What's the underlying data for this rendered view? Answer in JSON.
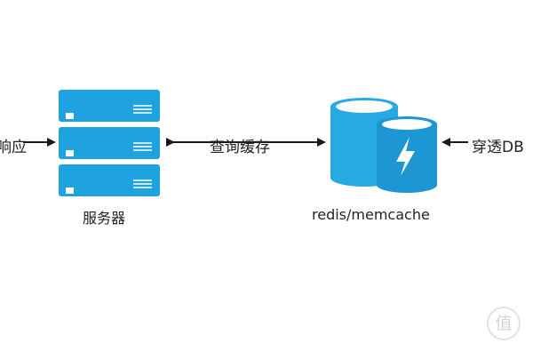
{
  "colors": {
    "server": "#1fa3e0",
    "server_line": "#ffffff",
    "cache_back": "#27a9e3",
    "cache_front": "#1c97d3",
    "arrow": "#1a1a1a"
  },
  "labels": {
    "left_edge": "响应",
    "middle_arrow": "查询缓存",
    "right_edge": "穿透DB",
    "server": "服务器",
    "cache": "redis/memcache"
  },
  "icons": {
    "server": "server-rack-icon",
    "cache": "database-cylinder-icon",
    "bolt": "lightning-bolt-icon"
  },
  "watermark": "值"
}
